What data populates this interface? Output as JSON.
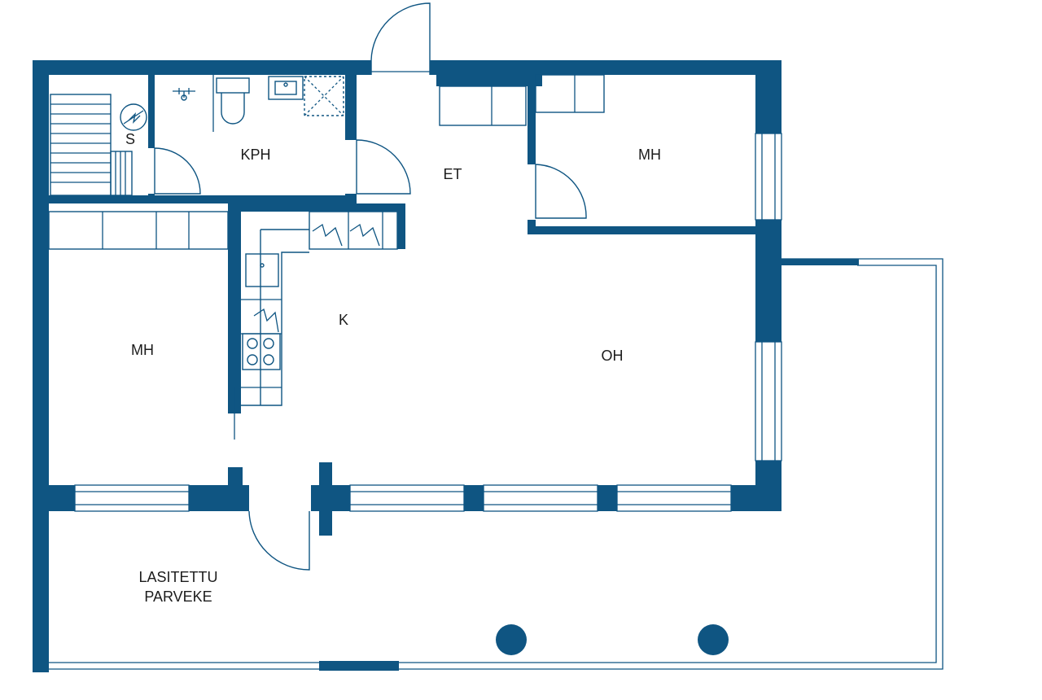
{
  "rooms": {
    "sauna": "S",
    "bathroom": "KPH",
    "hall": "ET",
    "bedroom_top": "MH",
    "kitchen": "K",
    "bedroom_left": "MH",
    "living_room": "OH",
    "balcony_line1": "LASITETTU",
    "balcony_line2": "PARVEKE"
  },
  "colors": {
    "wall": "#0f5582",
    "background": "#ffffff",
    "label": "#1c1c1c"
  }
}
